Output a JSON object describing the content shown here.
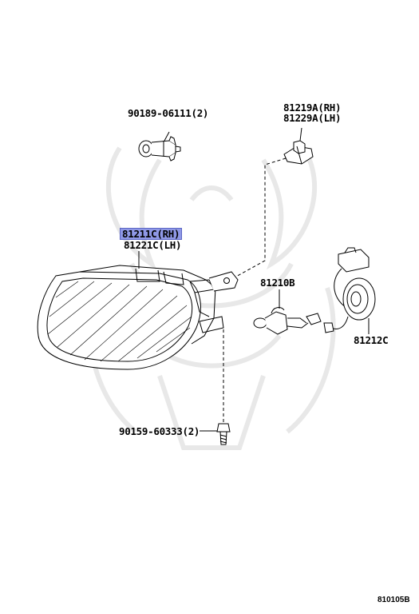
{
  "diagram": {
    "part_clip": "90189-06111(2)",
    "part_socket_rh": "81219A(RH)",
    "part_socket_lh": "81229A(LH)",
    "part_lamp_rh": "81211C(RH)",
    "part_lamp_lh": "81221C(LH)",
    "part_bulb": "81210B",
    "part_harness": "81212C",
    "part_screw": "90159-60333(2)",
    "figure_code": "810105B"
  },
  "colors": {
    "highlight": "#8f98e6",
    "line": "#000000",
    "watermark": "#e6e6e6"
  }
}
